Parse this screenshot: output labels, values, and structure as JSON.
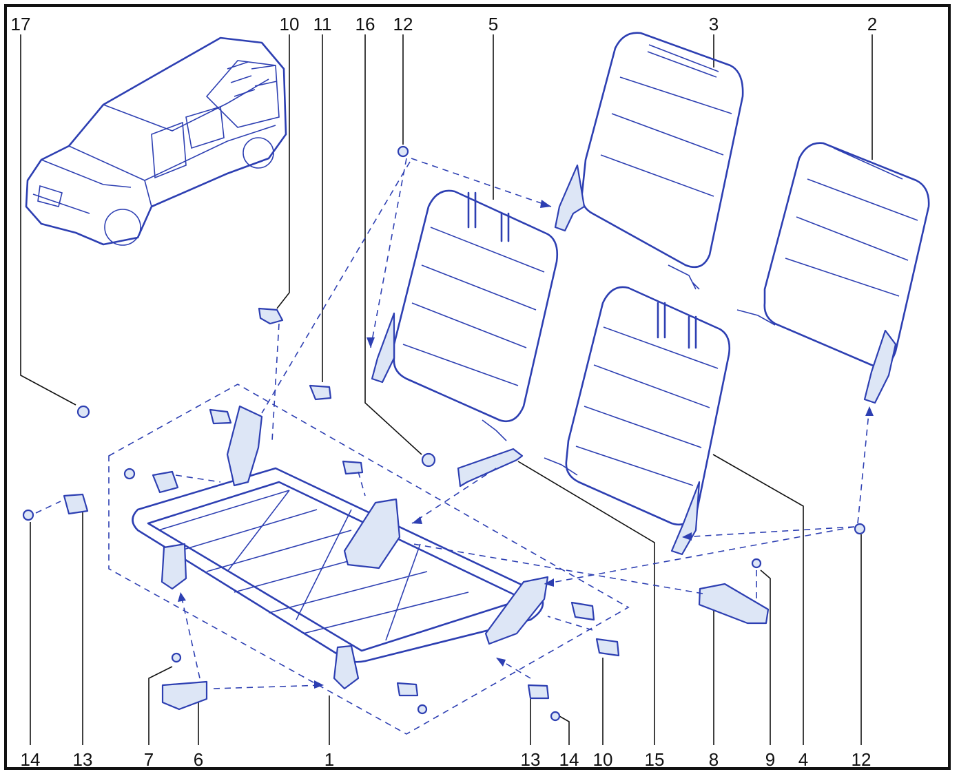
{
  "colors": {
    "ink": "#2d3fb2",
    "frame": "#111111",
    "background": "#ffffff"
  },
  "callouts": {
    "top": [
      "17",
      "10",
      "11",
      "16",
      "12",
      "5",
      "3",
      "2"
    ],
    "bottom": [
      "14",
      "13",
      "7",
      "6",
      "1",
      "13",
      "14",
      "10",
      "15",
      "8",
      "9",
      "4",
      "12"
    ]
  }
}
